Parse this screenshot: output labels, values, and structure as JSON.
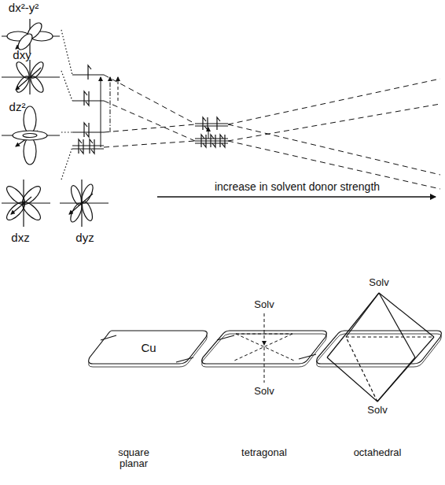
{
  "diagram": {
    "nodes": [
      {
        "text": [
          "Cu"
        ]
      }
    ],
    "labels": [
      "dx²-y²",
      "dxy",
      "dz²",
      "dxz",
      "dyz",
      "increase in solvent donor strength",
      "Solv",
      "Solv",
      "Solv",
      "Solv",
      "square planar",
      "tetragonal",
      "octahedral"
    ]
  }
}
